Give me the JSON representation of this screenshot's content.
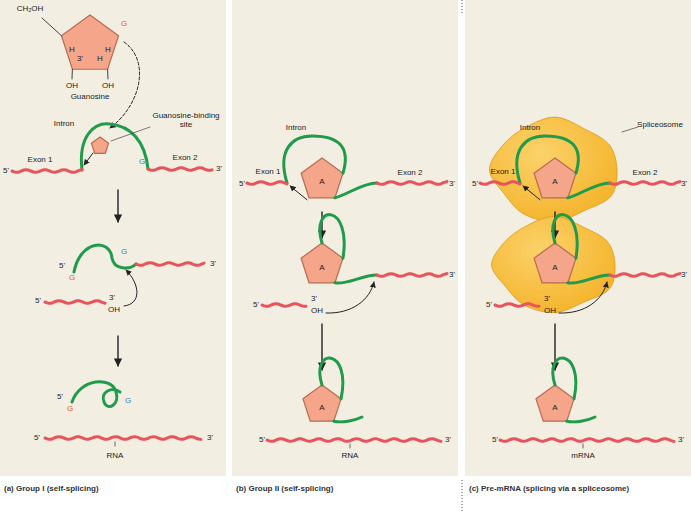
{
  "diagram": {
    "nodes": [
      {
        "text": [
          "(a) Group I (self-splicing)"
        ]
      },
      {
        "text": [
          "(b) Group II (self-splicing)"
        ]
      },
      {
        "text": [
          "(c) Pre-mRNA (splicing via a spliceosome)"
        ]
      }
    ],
    "labels": [
      "CH₂OH",
      "G",
      "H",
      "3'",
      "H",
      "H",
      "OH",
      "OH",
      "Guanosine",
      "Intron",
      "Guanosine-binding site",
      "G",
      "5'",
      "Exon 1",
      "Exon 2",
      "3'",
      "5'",
      "G",
      "G",
      "3'",
      "5'",
      "3'",
      "OH",
      "5'",
      "G",
      "G",
      "5'",
      "3'",
      "RNA",
      "Intron",
      "A",
      "Exon 1",
      "Exon 2",
      "5'",
      "3'",
      "A",
      "3'",
      "5'",
      "3'",
      "OH",
      "A",
      "5'",
      "3'",
      "RNA",
      "Intron",
      "Spliceosome",
      "A",
      "Exon 1",
      "Exon 2",
      "5'",
      "3'",
      "A",
      "3'",
      "5'",
      "3'",
      "OH",
      "A",
      "5'",
      "3'",
      "mRNA"
    ]
  }
}
